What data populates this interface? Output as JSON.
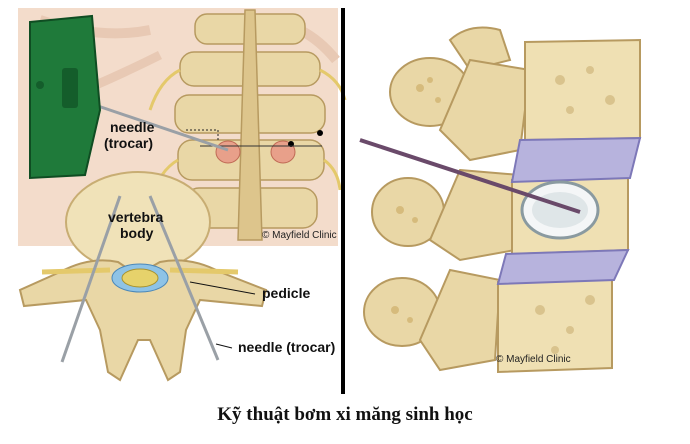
{
  "left_panel": {
    "labels": {
      "needle_top_line1": "needle",
      "needle_top_line2": "(trocar)",
      "vertebra_line1": "vertebra",
      "vertebra_line2": "body",
      "pedicle": "pedicle",
      "needle_bottom": "needle (trocar)"
    },
    "credit": "© Mayfield Clinic"
  },
  "right_panel": {
    "credit": "© Mayfield Clinic"
  },
  "caption": "Kỹ thuật bơm xi măng sinh học",
  "colors": {
    "bone": "#e9d7a6",
    "bone_dark": "#c8ad73",
    "disc": "#b7b3dd",
    "skin": "#f3dccb",
    "device_green": "#1f7a3a",
    "divider": "#000000"
  }
}
